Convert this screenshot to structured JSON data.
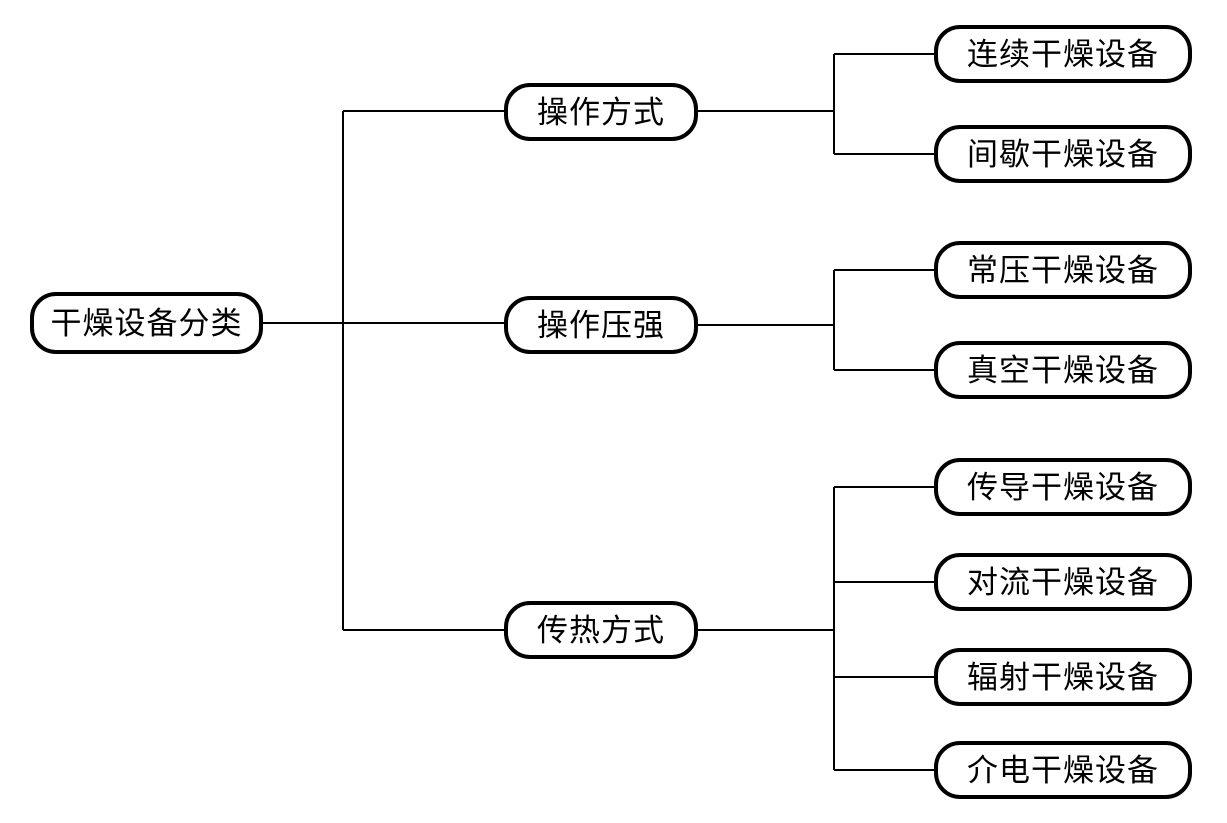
{
  "diagram": {
    "type": "tree",
    "orientation": "left-to-right",
    "root": {
      "label": "干燥设备分类"
    },
    "branches": [
      {
        "label": "操作方式",
        "children": [
          {
            "label": "连续干燥设备"
          },
          {
            "label": "间歇干燥设备"
          }
        ]
      },
      {
        "label": "操作压强",
        "children": [
          {
            "label": "常压干燥设备"
          },
          {
            "label": "真空干燥设备"
          }
        ]
      },
      {
        "label": "传热方式",
        "children": [
          {
            "label": "传导干燥设备"
          },
          {
            "label": "对流干燥设备"
          },
          {
            "label": "辐射干燥设备"
          },
          {
            "label": "介电干燥设备"
          }
        ]
      }
    ],
    "colors": {
      "background": "#ffffff",
      "node_fill": "#ffffff",
      "node_border": "#000000",
      "line": "#000000",
      "text": "#000000"
    }
  }
}
